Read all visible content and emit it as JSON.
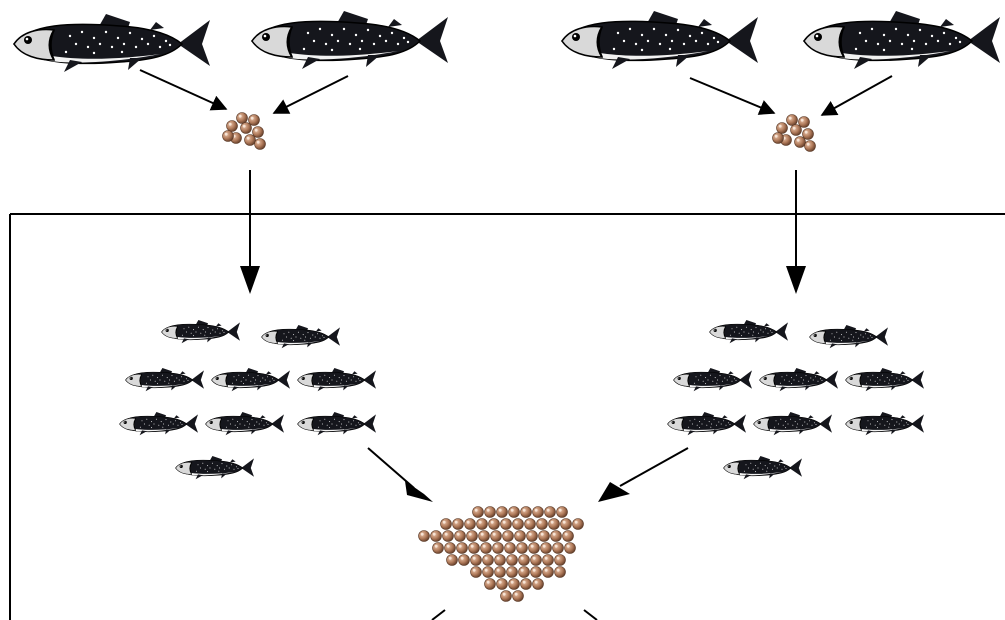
{
  "diagram": {
    "parents": {
      "left": {
        "icons": [
          "large-fish-icon",
          "large-fish-icon"
        ]
      },
      "right": {
        "icons": [
          "large-fish-icon",
          "large-fish-icon"
        ]
      }
    },
    "egg_clusters": {
      "left": {
        "icon": "egg-cluster-icon",
        "count": 9
      },
      "right": {
        "icon": "egg-cluster-icon",
        "count": 9
      },
      "combined": {
        "icon": "egg-pile-icon",
        "count": 70
      }
    },
    "offspring_groups": {
      "left": {
        "icon": "small-fish-icon",
        "count": 9
      },
      "right": {
        "icon": "small-fish-icon",
        "count": 9
      }
    },
    "colors": {
      "fish_body": "#15161c",
      "fish_belly": "#f2f2f2",
      "egg": "#b07a5a",
      "line": "#000000"
    }
  }
}
